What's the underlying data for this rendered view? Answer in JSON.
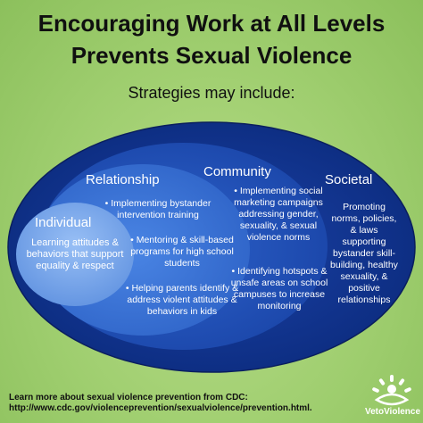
{
  "header": {
    "title_line1": "Encouraging Work at All Levels",
    "title_line2": "Prevents Sexual Violence",
    "subtitle": "Strategies may include:"
  },
  "levels": {
    "individual": {
      "label": "Individual",
      "items": [
        "Learning attitudes & behaviors that support equality & respect"
      ]
    },
    "relationship": {
      "label": "Relationship",
      "items": [
        "• Implementing bystander intervention training",
        "• Mentoring & skill-based programs for high school students",
        "• Helping parents identify & address violent attitudes & behaviors in kids"
      ]
    },
    "community": {
      "label": "Community",
      "items": [
        "• Implementing social marketing campaigns addressing gender, sexuality, & sexual violence norms",
        "• Identifying hotspots & unsafe areas on school campuses to increase monitoring"
      ]
    },
    "societal": {
      "label": "Societal",
      "items": [
        "Promoting norms, policies, & laws supporting bystander skill-building, healthy sexuality, & positive relationships"
      ]
    }
  },
  "colors": {
    "societal": "#0f2f86",
    "community": "#1f4fb8",
    "relationship": "#3a72d8",
    "individual": "#7aa8ee"
  },
  "footer": {
    "line1": "Learn more about sexual violence prevention from CDC:",
    "line2": "http://www.cdc.gov/violenceprevention/sexualviolence/prevention.html."
  },
  "logo": {
    "icon": "veto-violence-logo-icon",
    "text": "VetoViolence"
  }
}
